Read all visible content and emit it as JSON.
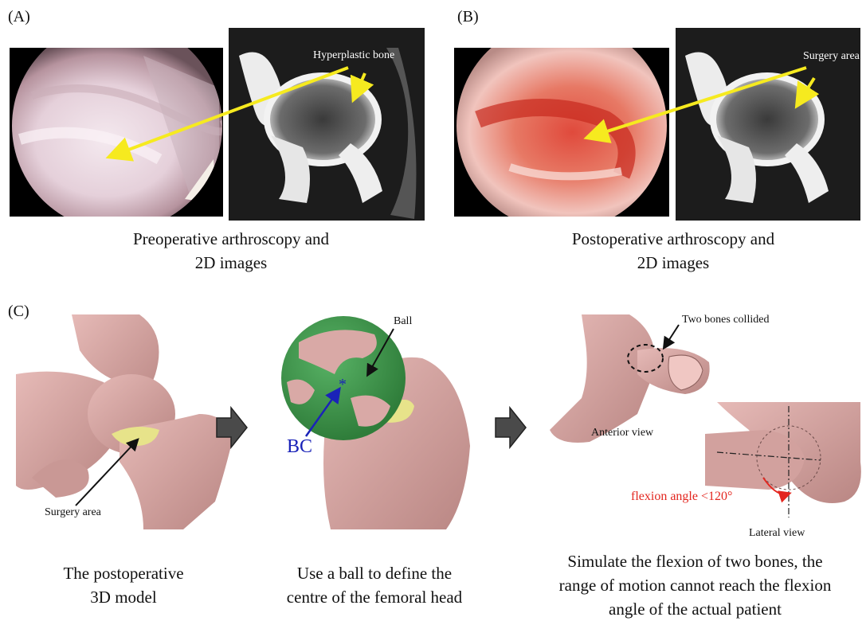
{
  "panel_a": {
    "label": "(A)",
    "annotation": "Hyperplastic bone",
    "caption_line1": "Preoperative arthroscopy and",
    "caption_line2": "2D images"
  },
  "panel_b": {
    "label": "(B)",
    "annotation": "Surgery area",
    "caption_line1": "Postoperative arthroscopy and",
    "caption_line2": "2D images"
  },
  "panel_c": {
    "label": "(C)",
    "model": {
      "annotation": "Surgery area",
      "caption_line1": "The postoperative",
      "caption_line2": "3D model"
    },
    "ball": {
      "annotation": "Ball",
      "center_label": "BC",
      "caption_line1": "Use a ball to define the",
      "caption_line2": "centre of the femoral head"
    },
    "flexion": {
      "collision_annotation": "Two bones collided",
      "anterior_view": "Anterior view",
      "lateral_view": "Lateral view",
      "angle_label": "flexion angle <120°",
      "caption_line1": "Simulate the flexion of two bones, the",
      "caption_line2": "range of motion cannot reach the flexion",
      "caption_line3": "angle of the actual patient"
    }
  },
  "colors": {
    "arrow_yellow": "#f6ea1f",
    "bone_pink": "#d9a9a6",
    "surgery_yellow": "#e7e38a",
    "ball_green": "#3f9a4c",
    "bc_blue": "#1a23b8",
    "angle_red": "#e3261f"
  }
}
